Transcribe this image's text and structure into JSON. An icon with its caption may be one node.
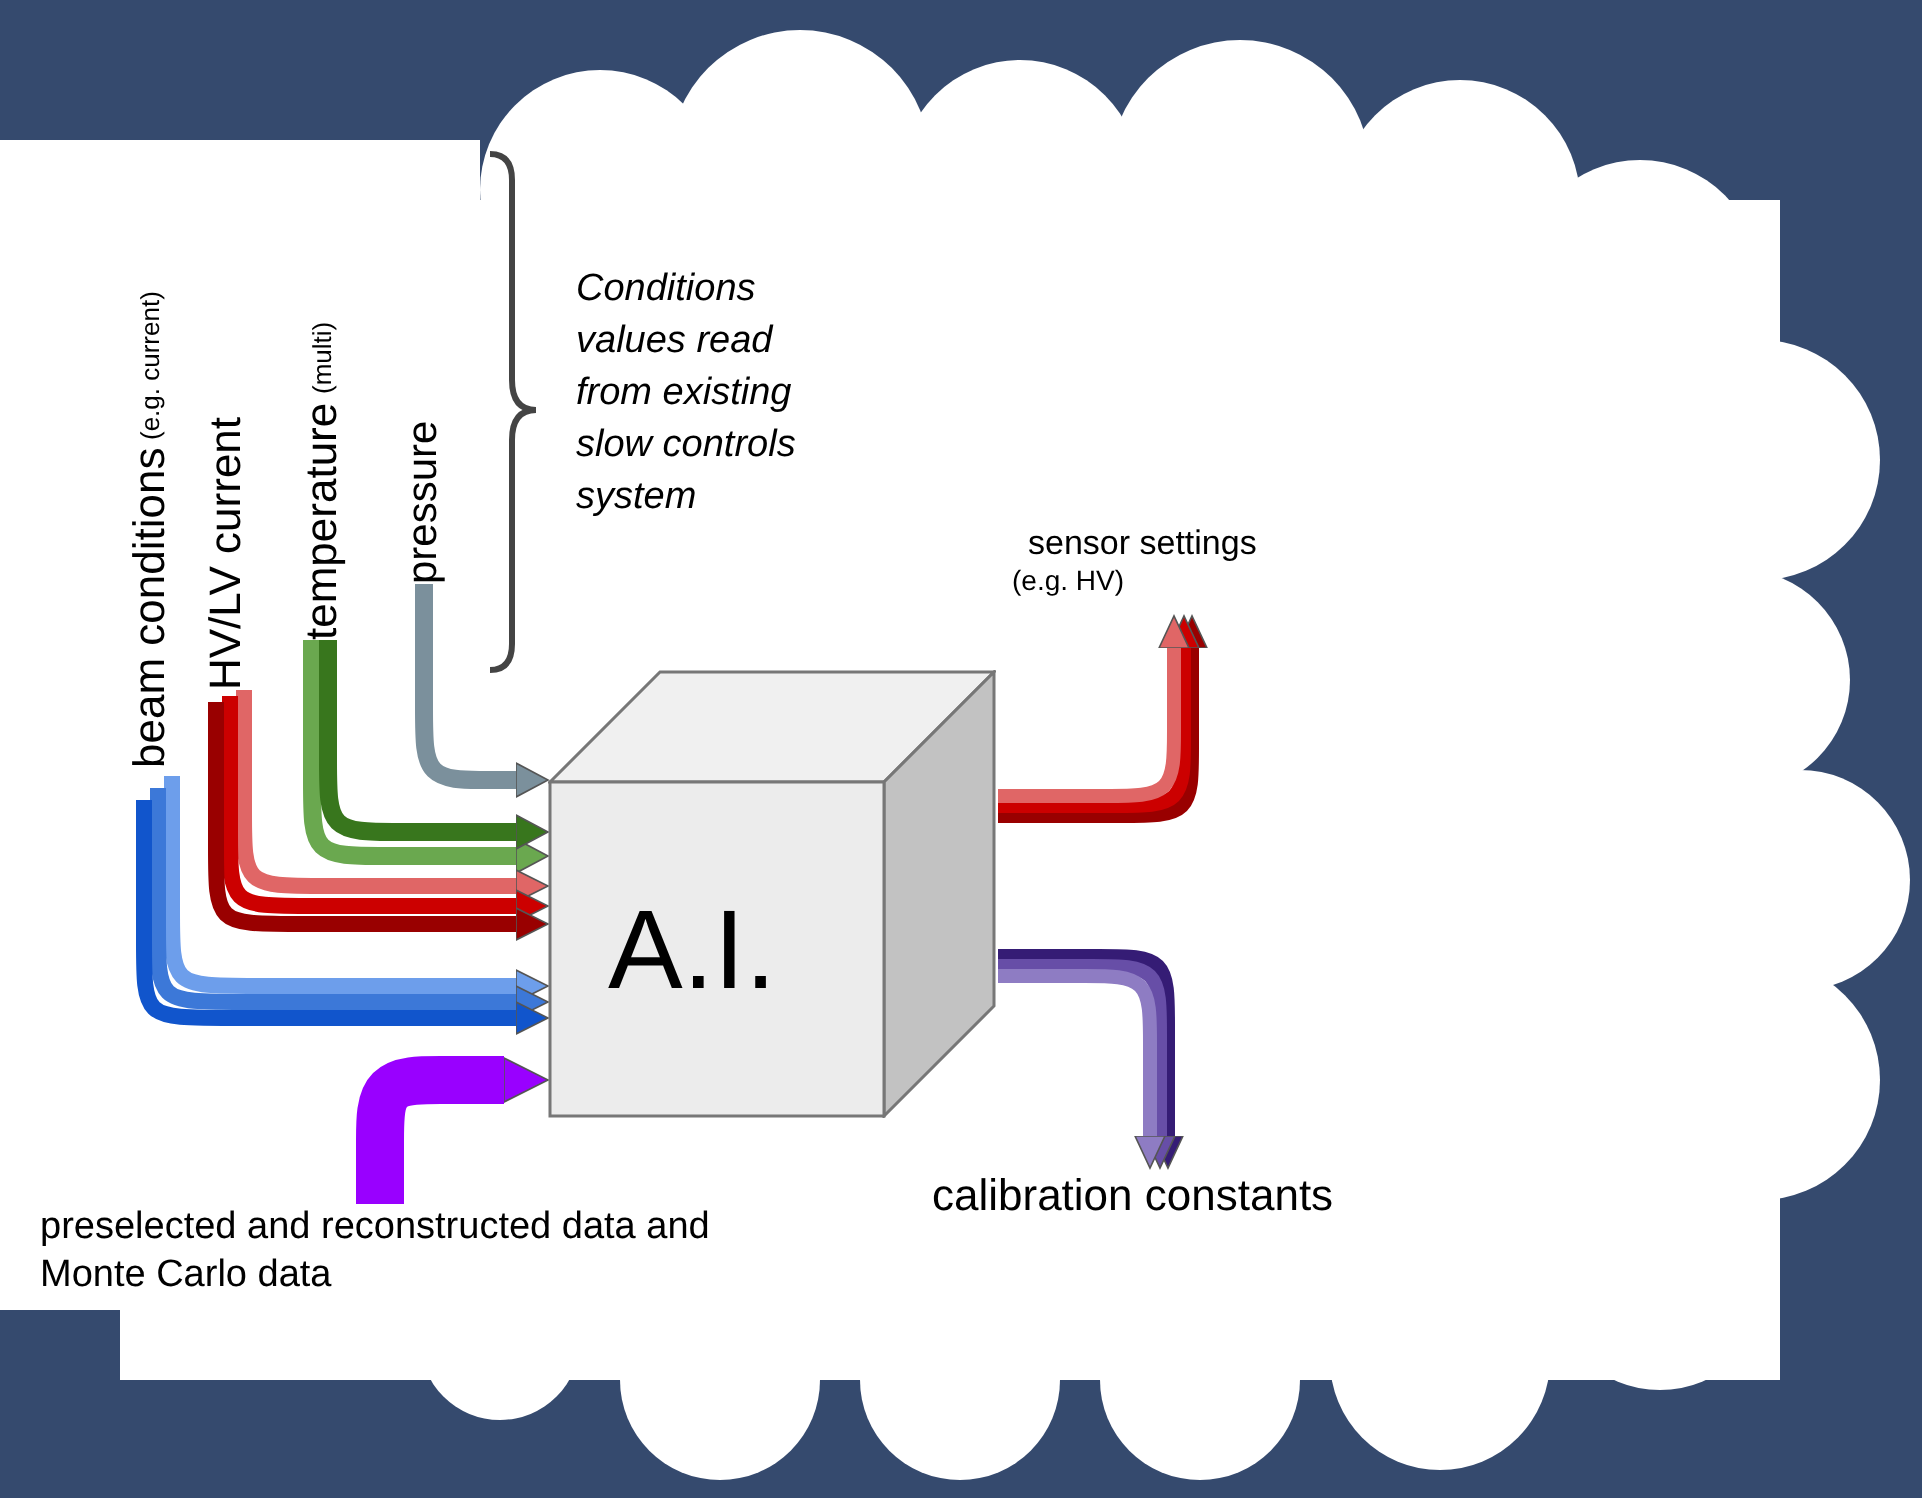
{
  "diagram": {
    "nodes": [
      {
        "text": [
          "A.I."
        ]
      },
      {
        "text": [
          "beam conditions",
          "(e.g. current)"
        ]
      },
      {
        "text": [
          "HV/LV current"
        ]
      },
      {
        "text": [
          "temperature",
          "(multi)"
        ]
      },
      {
        "text": [
          "pressure"
        ]
      },
      {
        "text": [
          "preselected and reconstructed data and Monte Carlo data"
        ]
      },
      {
        "text": [
          "sensor settings",
          "(e.g. HV)"
        ]
      },
      {
        "text": [
          "calibration constants"
        ]
      }
    ],
    "edges": [
      {
        "from": 4,
        "to": 0,
        "arrow": "to",
        "color": "#7b909c"
      },
      {
        "from": 3,
        "to": 0,
        "arrow": "to",
        "color": "#6aa84f"
      },
      {
        "from": 3,
        "to": 0,
        "arrow": "to",
        "color": "#38761d"
      },
      {
        "from": 2,
        "to": 0,
        "arrow": "to",
        "color": "#e06666"
      },
      {
        "from": 2,
        "to": 0,
        "arrow": "to",
        "color": "#cc0000"
      },
      {
        "from": 2,
        "to": 0,
        "arrow": "to",
        "color": "#990000"
      },
      {
        "from": 1,
        "to": 0,
        "arrow": "to",
        "color": "#6d9eeb"
      },
      {
        "from": 1,
        "to": 0,
        "arrow": "to",
        "color": "#3c78d8"
      },
      {
        "from": 1,
        "to": 0,
        "arrow": "to",
        "color": "#1155cc"
      },
      {
        "from": 5,
        "to": 0,
        "arrow": "to",
        "color": "#9900ff",
        "style": "thick"
      },
      {
        "from": 0,
        "to": 6,
        "arrow": "to",
        "color": "#990000"
      },
      {
        "from": 0,
        "to": 6,
        "arrow": "to",
        "color": "#cc0000"
      },
      {
        "from": 0,
        "to": 6,
        "arrow": "to",
        "color": "#e06666"
      },
      {
        "from": 0,
        "to": 7,
        "arrow": "to",
        "color": "#351c75"
      },
      {
        "from": 0,
        "to": 7,
        "arrow": "to",
        "color": "#674ea7"
      },
      {
        "from": 0,
        "to": 7,
        "arrow": "to",
        "color": "#8e7cc3"
      }
    ],
    "labels": [
      "Conditions values read from existing slow controls system"
    ]
  }
}
